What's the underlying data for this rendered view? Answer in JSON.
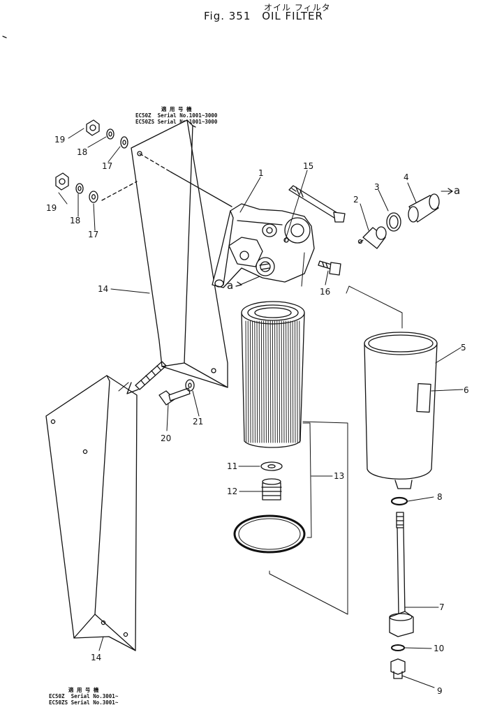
{
  "figure": {
    "title_jp": "オイル フィルタ",
    "fig_label": "Fig. 351",
    "title": "OIL FILTER"
  },
  "serial_top": {
    "heading": "適 用 号 機",
    "rows": [
      {
        "model": "EC50Z",
        "text": "Serial No.1001~3000"
      },
      {
        "model": "EC50ZS",
        "text": "Serial No.1001~3000"
      }
    ]
  },
  "serial_bottom": {
    "heading": "適 用 号 機",
    "rows": [
      {
        "model": "EC50Z",
        "text": "Serial No.3001~"
      },
      {
        "model": "EC50ZS",
        "text": "Serial No.3001~"
      }
    ]
  },
  "callouts": {
    "p1": "1",
    "p2": "2",
    "p3": "3",
    "p4": "4",
    "p5": "5",
    "p6": "6",
    "p7": "7",
    "p8": "8",
    "p9": "9",
    "p10": "10",
    "p11": "11",
    "p12": "12",
    "p13": "13",
    "p14a": "14",
    "p14b": "14",
    "p15": "15",
    "p16": "16",
    "p17a": "17",
    "p17b": "17",
    "p18a": "18",
    "p18b": "18",
    "p19a": "19",
    "p19b": "19",
    "p20": "20",
    "p21": "21",
    "ref_a1": "a",
    "ref_a2": "a"
  }
}
